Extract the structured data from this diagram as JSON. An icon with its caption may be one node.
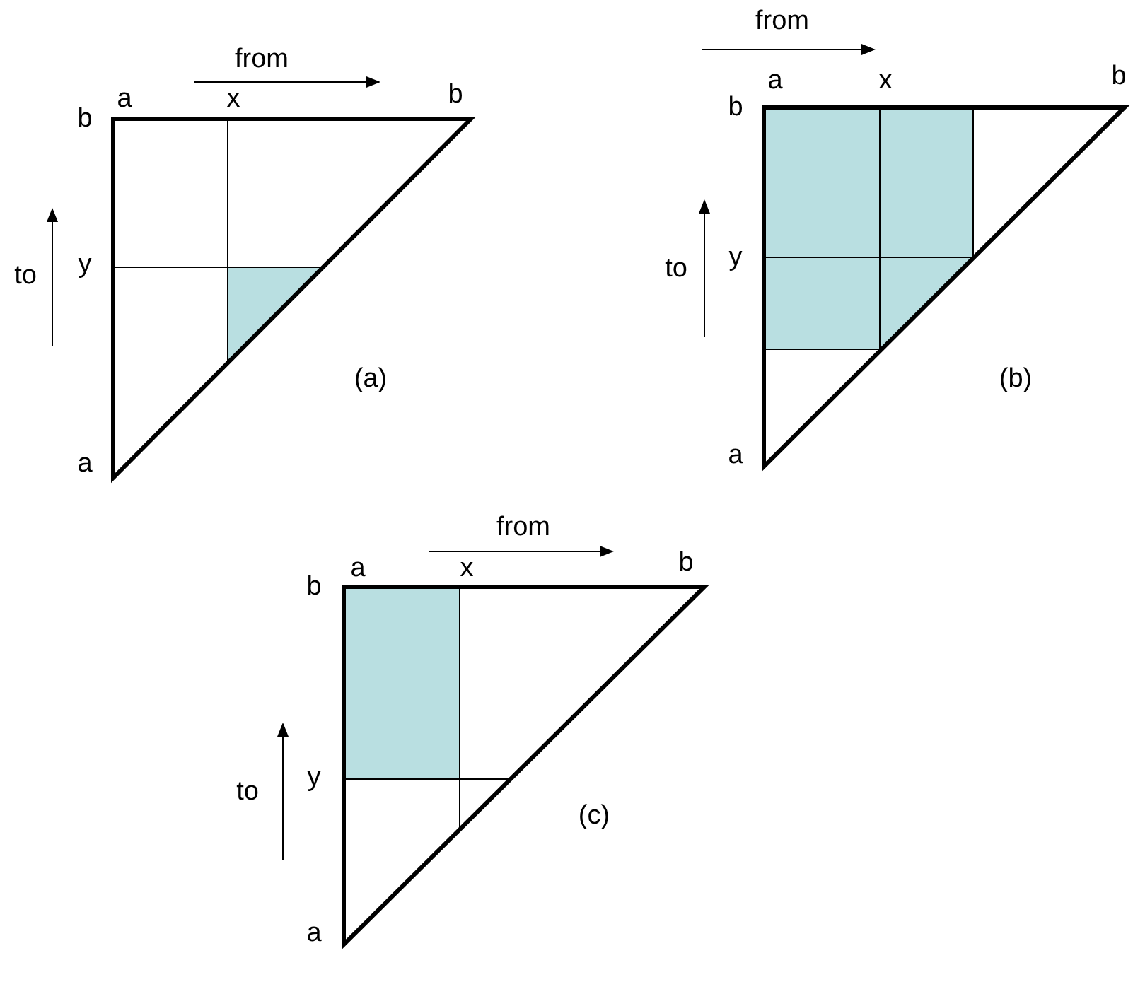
{
  "diagram": {
    "labels": [
      "from",
      "a",
      "x",
      "b",
      "b",
      "to",
      "y",
      "(a)",
      "a",
      "from",
      "a",
      "x",
      "b",
      "b",
      "to",
      "y",
      "(b)",
      "a",
      "from",
      "a",
      "x",
      "b",
      "b",
      "to",
      "y",
      "(c)",
      "a"
    ]
  }
}
